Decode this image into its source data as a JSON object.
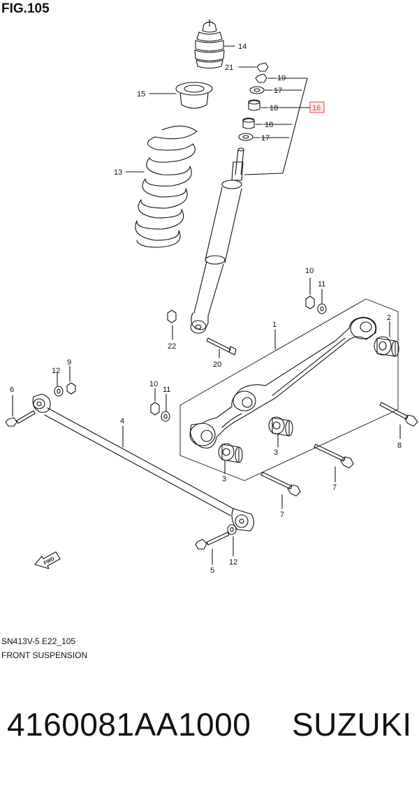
{
  "figure": {
    "title": "FIG.105"
  },
  "callouts": {
    "c14": "14",
    "c21": "21",
    "c19": "19",
    "c15": "15",
    "c17a": "17",
    "c18a": "18",
    "c16": "16",
    "c18b": "18",
    "c17b": "17",
    "c13": "13",
    "c10a": "10",
    "c11a": "11",
    "c1": "1",
    "c2": "2",
    "c22": "22",
    "c20": "20",
    "c12a": "12",
    "c9": "9",
    "c6": "6",
    "c10b": "10",
    "c11b": "11",
    "c4": "4",
    "c8": "8",
    "c3a": "3",
    "c3b": "3",
    "c7a": "7",
    "c7b": "7",
    "c5": "5",
    "c12b": "12"
  },
  "fwd_label": "FWD",
  "captions": {
    "drawing_code": "SN413V-5 E22_105",
    "section": "FRONT SUSPENSION"
  },
  "footer": {
    "part_number": "4160081AA1000",
    "brand": "SUZUKI"
  },
  "colors": {
    "highlight": "#d94b4b",
    "ink": "#111111"
  }
}
